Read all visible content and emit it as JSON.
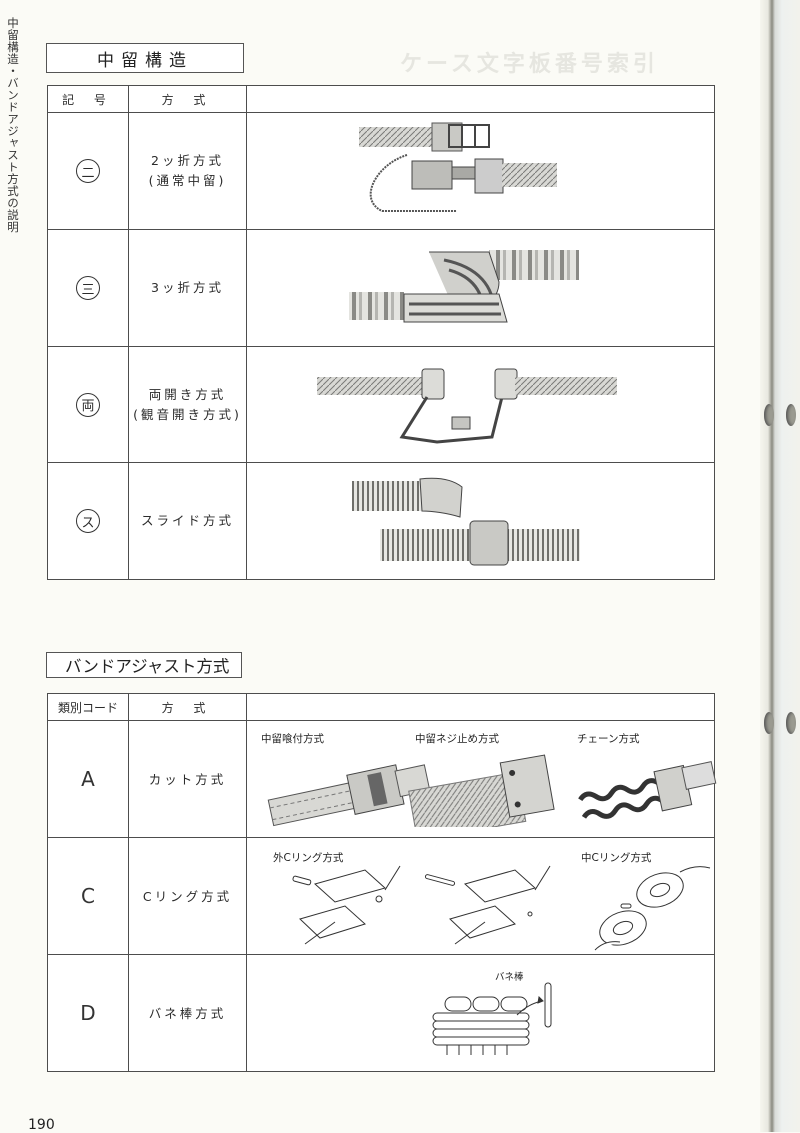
{
  "side_title": "中留構造・バンドアジャスト方式の説明",
  "background_ghost_text": "ケース文字板番号索引",
  "section1": {
    "title": "中留構造",
    "header": {
      "col1": "記 号",
      "col2": "方 式"
    },
    "rows": [
      {
        "symbol": "二",
        "name_line1": "2ッ折方式",
        "name_line2": "(通常中留)",
        "illustration": "two-fold-clasp"
      },
      {
        "symbol": "三",
        "name_line1": "3ッ折方式",
        "name_line2": "",
        "illustration": "three-fold-clasp"
      },
      {
        "symbol": "両",
        "name_line1": "両開き方式",
        "name_line2": "(観音開き方式)",
        "illustration": "double-opening-clasp"
      },
      {
        "symbol": "ス",
        "name_line1": "スライド方式",
        "name_line2": "",
        "illustration": "slide-clasp"
      }
    ]
  },
  "section2": {
    "title": "バンドアジャスト方式",
    "header": {
      "col1": "類別コード",
      "col2": "方 式"
    },
    "rows": [
      {
        "code": "A",
        "name": "カット方式",
        "sublabels": [
          "中留喰付方式",
          "中留ネジ止め方式",
          "チェーン方式"
        ]
      },
      {
        "code": "C",
        "name": "Cリング方式",
        "sublabels": [
          "外Cリング方式",
          "中Cリング方式"
        ]
      },
      {
        "code": "D",
        "name": "バネ棒方式",
        "sublabels": [
          "バネ棒"
        ]
      }
    ]
  },
  "page_number": "190"
}
